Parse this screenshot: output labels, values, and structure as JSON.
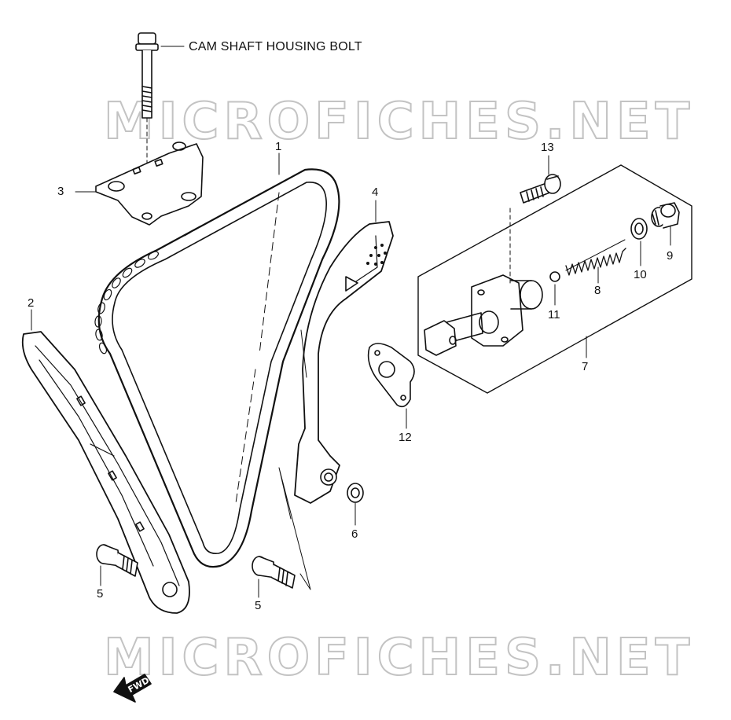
{
  "header": {
    "bolt_label": "CAM SHAFT HOUSING BOLT"
  },
  "watermark": {
    "top": "MICROFICHES.NET",
    "bottom": "MICROFICHES.NET"
  },
  "fwd_label": "FWD",
  "callouts": {
    "p1": "1",
    "p2": "2",
    "p3": "3",
    "p4": "4",
    "p5a": "5",
    "p5b": "5",
    "p6": "6",
    "p7": "7",
    "p8": "8",
    "p9": "9",
    "p10": "10",
    "p11": "11",
    "p12": "12",
    "p13": "13"
  }
}
